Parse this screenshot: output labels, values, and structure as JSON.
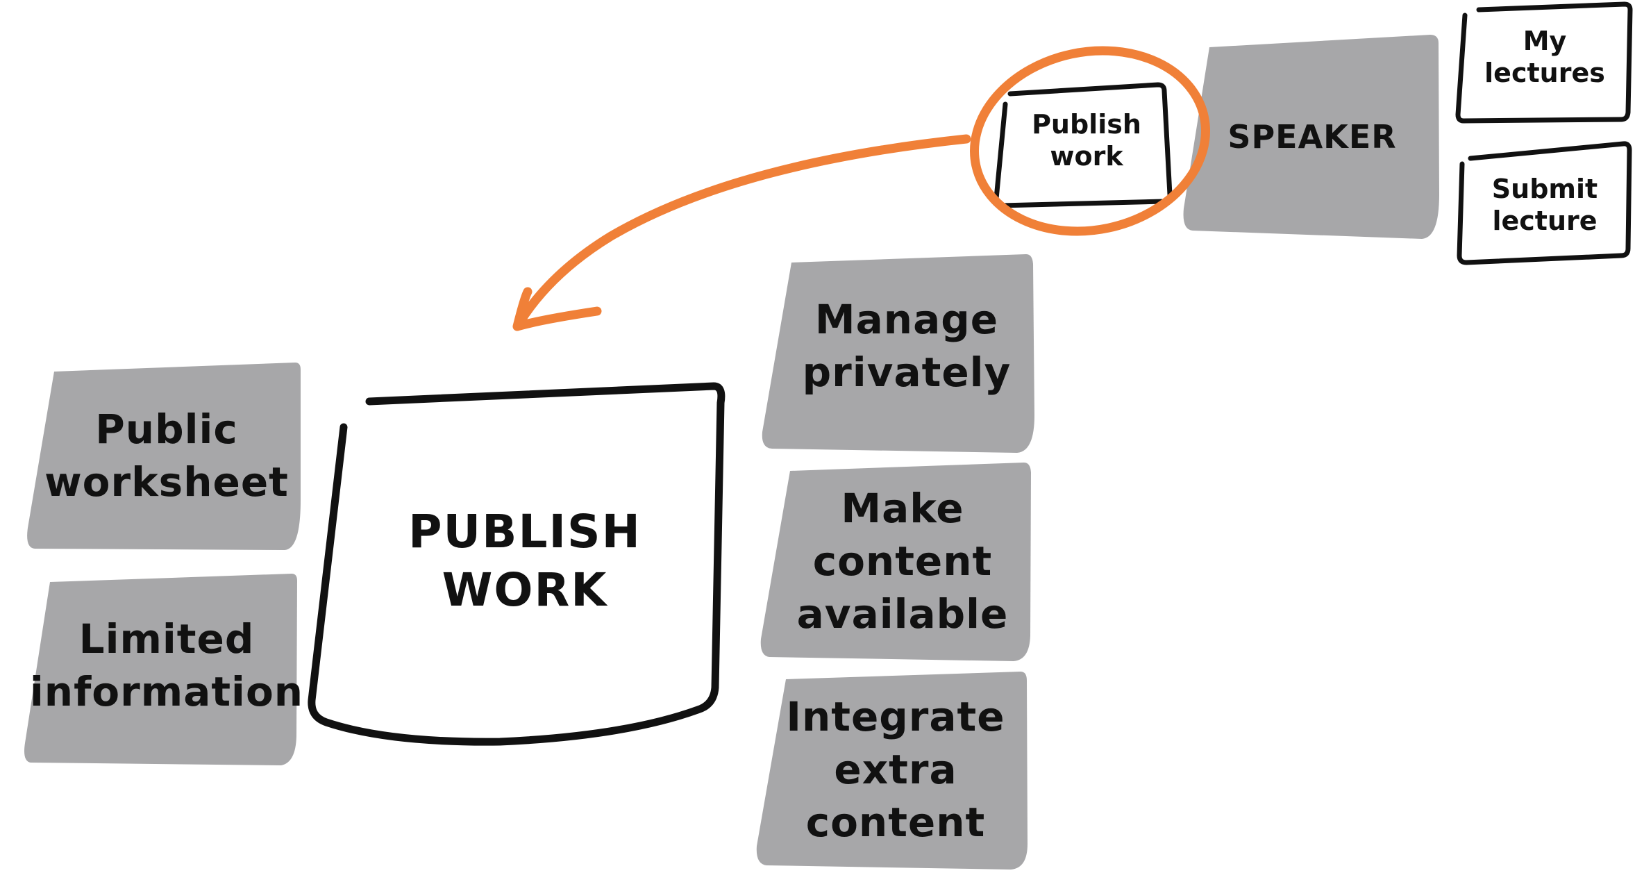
{
  "colors": {
    "note_fill": "#a7a7a9",
    "outline": "#111111",
    "highlight": "#f08038",
    "text": "#111111"
  },
  "center": {
    "label": "PUBLISH\nWORK"
  },
  "left_notes": [
    {
      "label": "Public\nworksheet"
    },
    {
      "label": "Limited\ninformation"
    }
  ],
  "right_notes": [
    {
      "label": "Manage\nprivately"
    },
    {
      "label": "Make\ncontent\navailable"
    },
    {
      "label": "Integrate\nextra\ncontent"
    }
  ],
  "top_area": {
    "highlighted_card": {
      "label": "Publish\nwork"
    },
    "speaker": {
      "label": "SPEAKER"
    },
    "side_cards": [
      {
        "label": "My\nlectures"
      },
      {
        "label": "Submit\nlecture"
      }
    ]
  }
}
